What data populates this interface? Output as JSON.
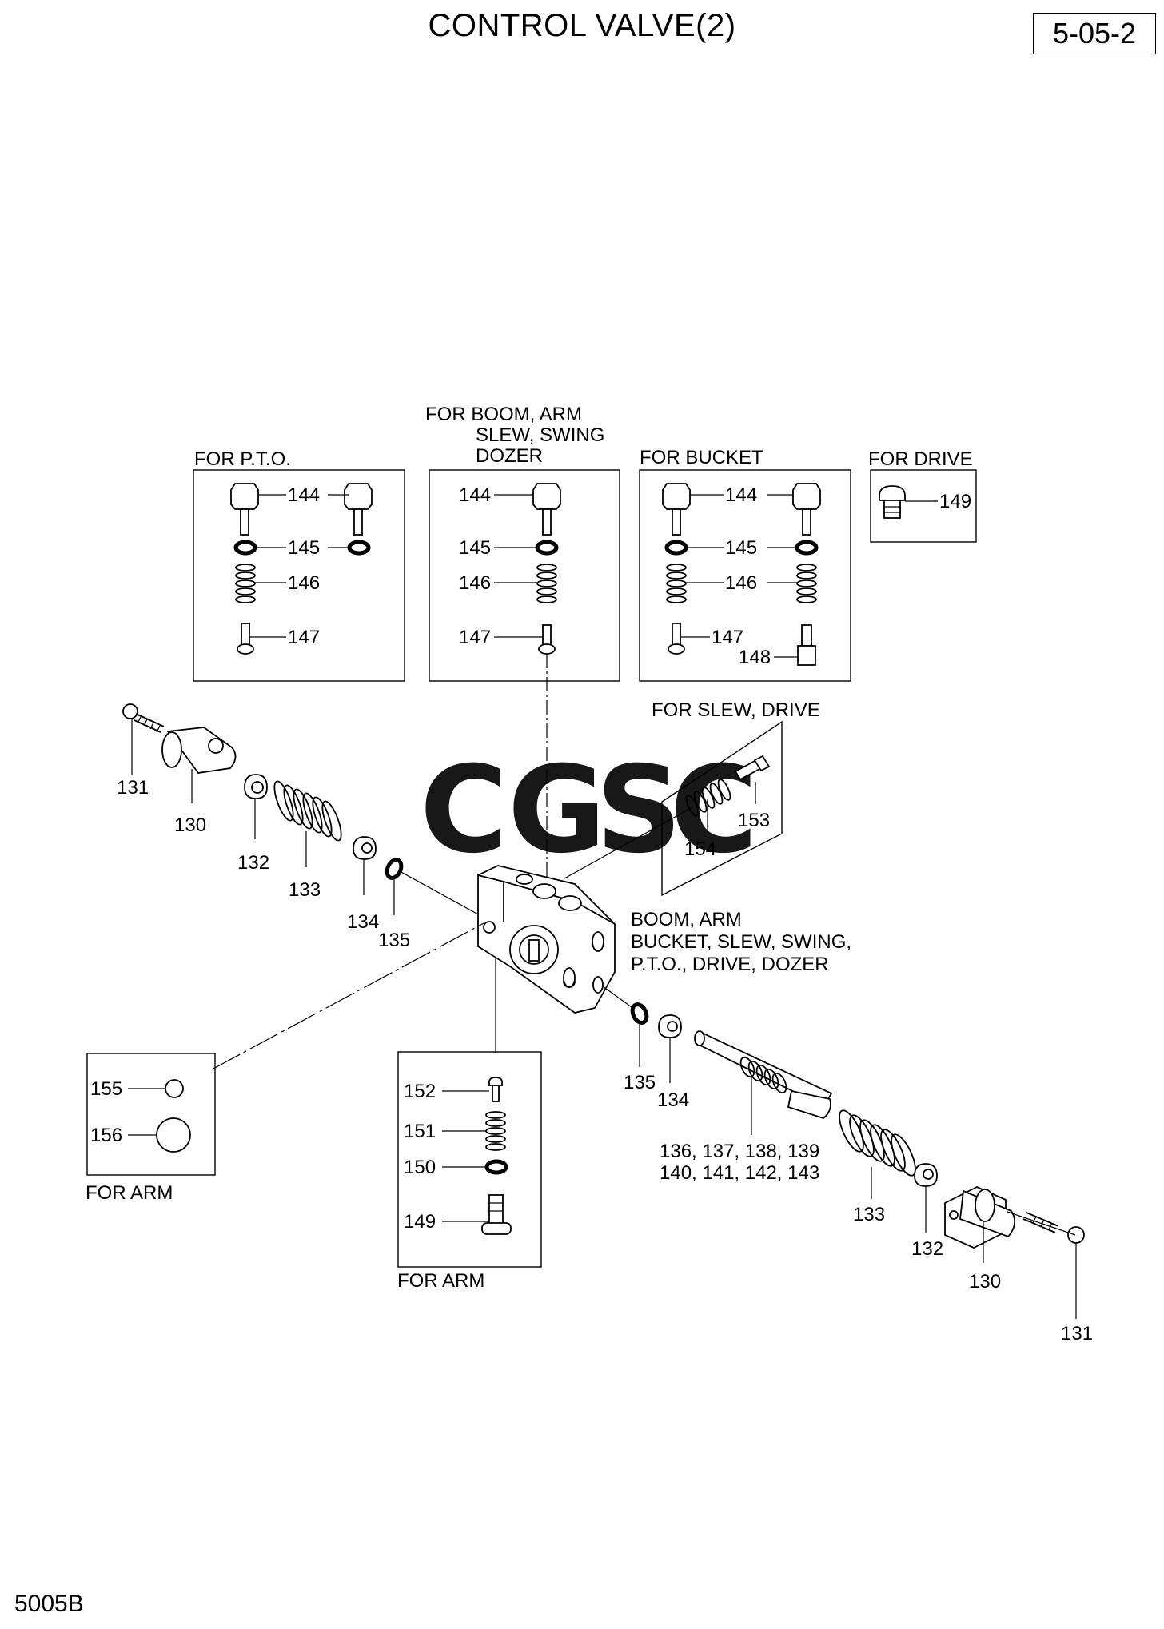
{
  "header": {
    "title": "CONTROL VALVE(2)",
    "page_number": "5-05-2"
  },
  "footer": {
    "code": "5005B"
  },
  "watermark": {
    "text": "CGSC",
    "letters": [
      "C",
      "G",
      "S",
      "C"
    ],
    "colors": [
      "#6ea6f5",
      "#f4908a",
      "#fbd968",
      "#6cc69e"
    ]
  },
  "groups": {
    "pto": "FOR P.T.O.",
    "boom_line1": "FOR BOOM, ARM",
    "boom_line2": "SLEW, SWING",
    "boom_line3": "DOZER",
    "bucket": "FOR BUCKET",
    "drive": "FOR DRIVE",
    "slew_drive": "FOR SLEW, DRIVE",
    "arm_left": "FOR ARM",
    "arm_bottom": "FOR ARM",
    "body_line1": "BOOM, ARM",
    "body_line2": "BUCKET, SLEW, SWING,",
    "body_line3": "P.T.O., DRIVE, DOZER"
  },
  "parts": {
    "p130": "130",
    "p131": "131",
    "p132": "132",
    "p133": "133",
    "p134": "134",
    "p135": "135",
    "spool_line1": "136, 137, 138, 139",
    "spool_line2": "140, 141, 142, 143",
    "p144": "144",
    "p145": "145",
    "p146": "146",
    "p147": "147",
    "p148": "148",
    "p149": "149",
    "p150": "150",
    "p151": "151",
    "p152": "152",
    "p153": "153",
    "p154": "154",
    "p155": "155",
    "p156": "156"
  }
}
